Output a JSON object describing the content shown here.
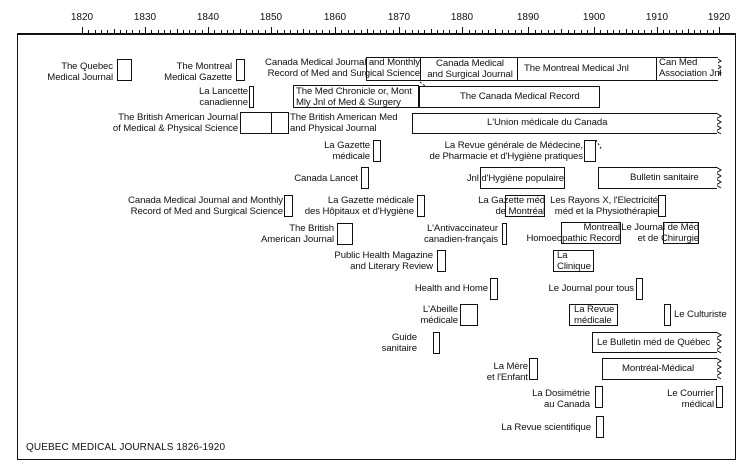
{
  "caption": "QUEBEC MEDICAL JOURNALS 1826-1920",
  "years": [
    "1820",
    "1830",
    "1840",
    "1850",
    "1860",
    "1870",
    "1880",
    "1890",
    "1900",
    "1910",
    "1920"
  ],
  "journals": {
    "quebec_medical_journal": [
      "The Quebec",
      "Medical Journal"
    ],
    "montreal_medical_gazette": [
      "The Montreal",
      "Medical Gazette"
    ],
    "cmj_record_1": [
      "Canada Medical Journal and Monthly",
      "Record of Med and Surgical Science"
    ],
    "cmj_surgical_journal": [
      "Canada Medical",
      "and Surgical Journal"
    ],
    "montreal_medical_jnl": "The Montreal Medical Jnl",
    "can_med_association": [
      "Can Med",
      "Association Jnl"
    ],
    "lancette_canadienne": [
      "La Lancette",
      "canadienne"
    ],
    "med_chronicle": [
      "The Med Chronicle or, Mont",
      "Mly Jnl of Med & Surgery"
    ],
    "canada_medical_record": "The Canada Medical Record",
    "british_american_journal": [
      "The British American Journal",
      "of Medical & Physical Science"
    ],
    "british_american_med": [
      "The British American Med",
      "and Physical Journal"
    ],
    "union_medicale": "L'Union médicale du Canada",
    "gazette_medicale_1": [
      "La Gazette",
      "médicale"
    ],
    "revue_generale": [
      "La Revue générale de Médecine,",
      "de Pharmacie et d'Hygiène pratiques"
    ],
    "canada_lancet": "Canada Lancet",
    "jnl_hygiene_populaire": "Jnl d'Hygiène populaire",
    "bulletin_sanitaire": "Bulletin sanitaire",
    "cmj_record_2": [
      "Canada Medical Journal and Monthly",
      "Record of Med and Surgical Science"
    ],
    "gazette_hopitaux": [
      "La Gazette médicale",
      "des Hôpitaux et d'Hygiène"
    ],
    "gazette_med_montreal": [
      "La Gazette méd",
      "de Montréal"
    ],
    "rayons_x": [
      "Les Rayons X, l'Electricité",
      "méd et la Physiothérapie"
    ],
    "british_american_journal_2": [
      "The British",
      "American Journal"
    ],
    "antivaccinateur": [
      "L'Antivaccinateur",
      "canadien-français"
    ],
    "montreal_homoeopathic": [
      "Montreal",
      "Homoeopathic Record"
    ],
    "journal_med_chirurgie": [
      "Le Journal de Méd",
      "et de Chirurgie"
    ],
    "public_health_magazine": [
      "Public Health Magazine",
      "and Literary Review"
    ],
    "la_clinique": [
      "La",
      "Clinique"
    ],
    "health_and_home": "Health and Home",
    "journal_pour_tous": "Le Journal pour tous",
    "abeille_medicale": [
      "L'Abeille",
      "médicale"
    ],
    "revue_medicale": [
      "La Revue",
      "médicale"
    ],
    "le_culturiste": "Le Culturiste",
    "guide_sanitaire": [
      "Guide",
      "sanitaire"
    ],
    "bulletin_med_quebec": "Le Bulletin méd de Québec",
    "mere_enfant": [
      "La Mère",
      "et l'Enfant"
    ],
    "montreal_medical": "Montréal-Médical",
    "dosimetrie": [
      "La Dosimétrie",
      "au Canada"
    ],
    "courrier_medical": [
      "Le Courrier",
      "médical"
    ],
    "revue_scientifique": "La Revue scientifique"
  }
}
